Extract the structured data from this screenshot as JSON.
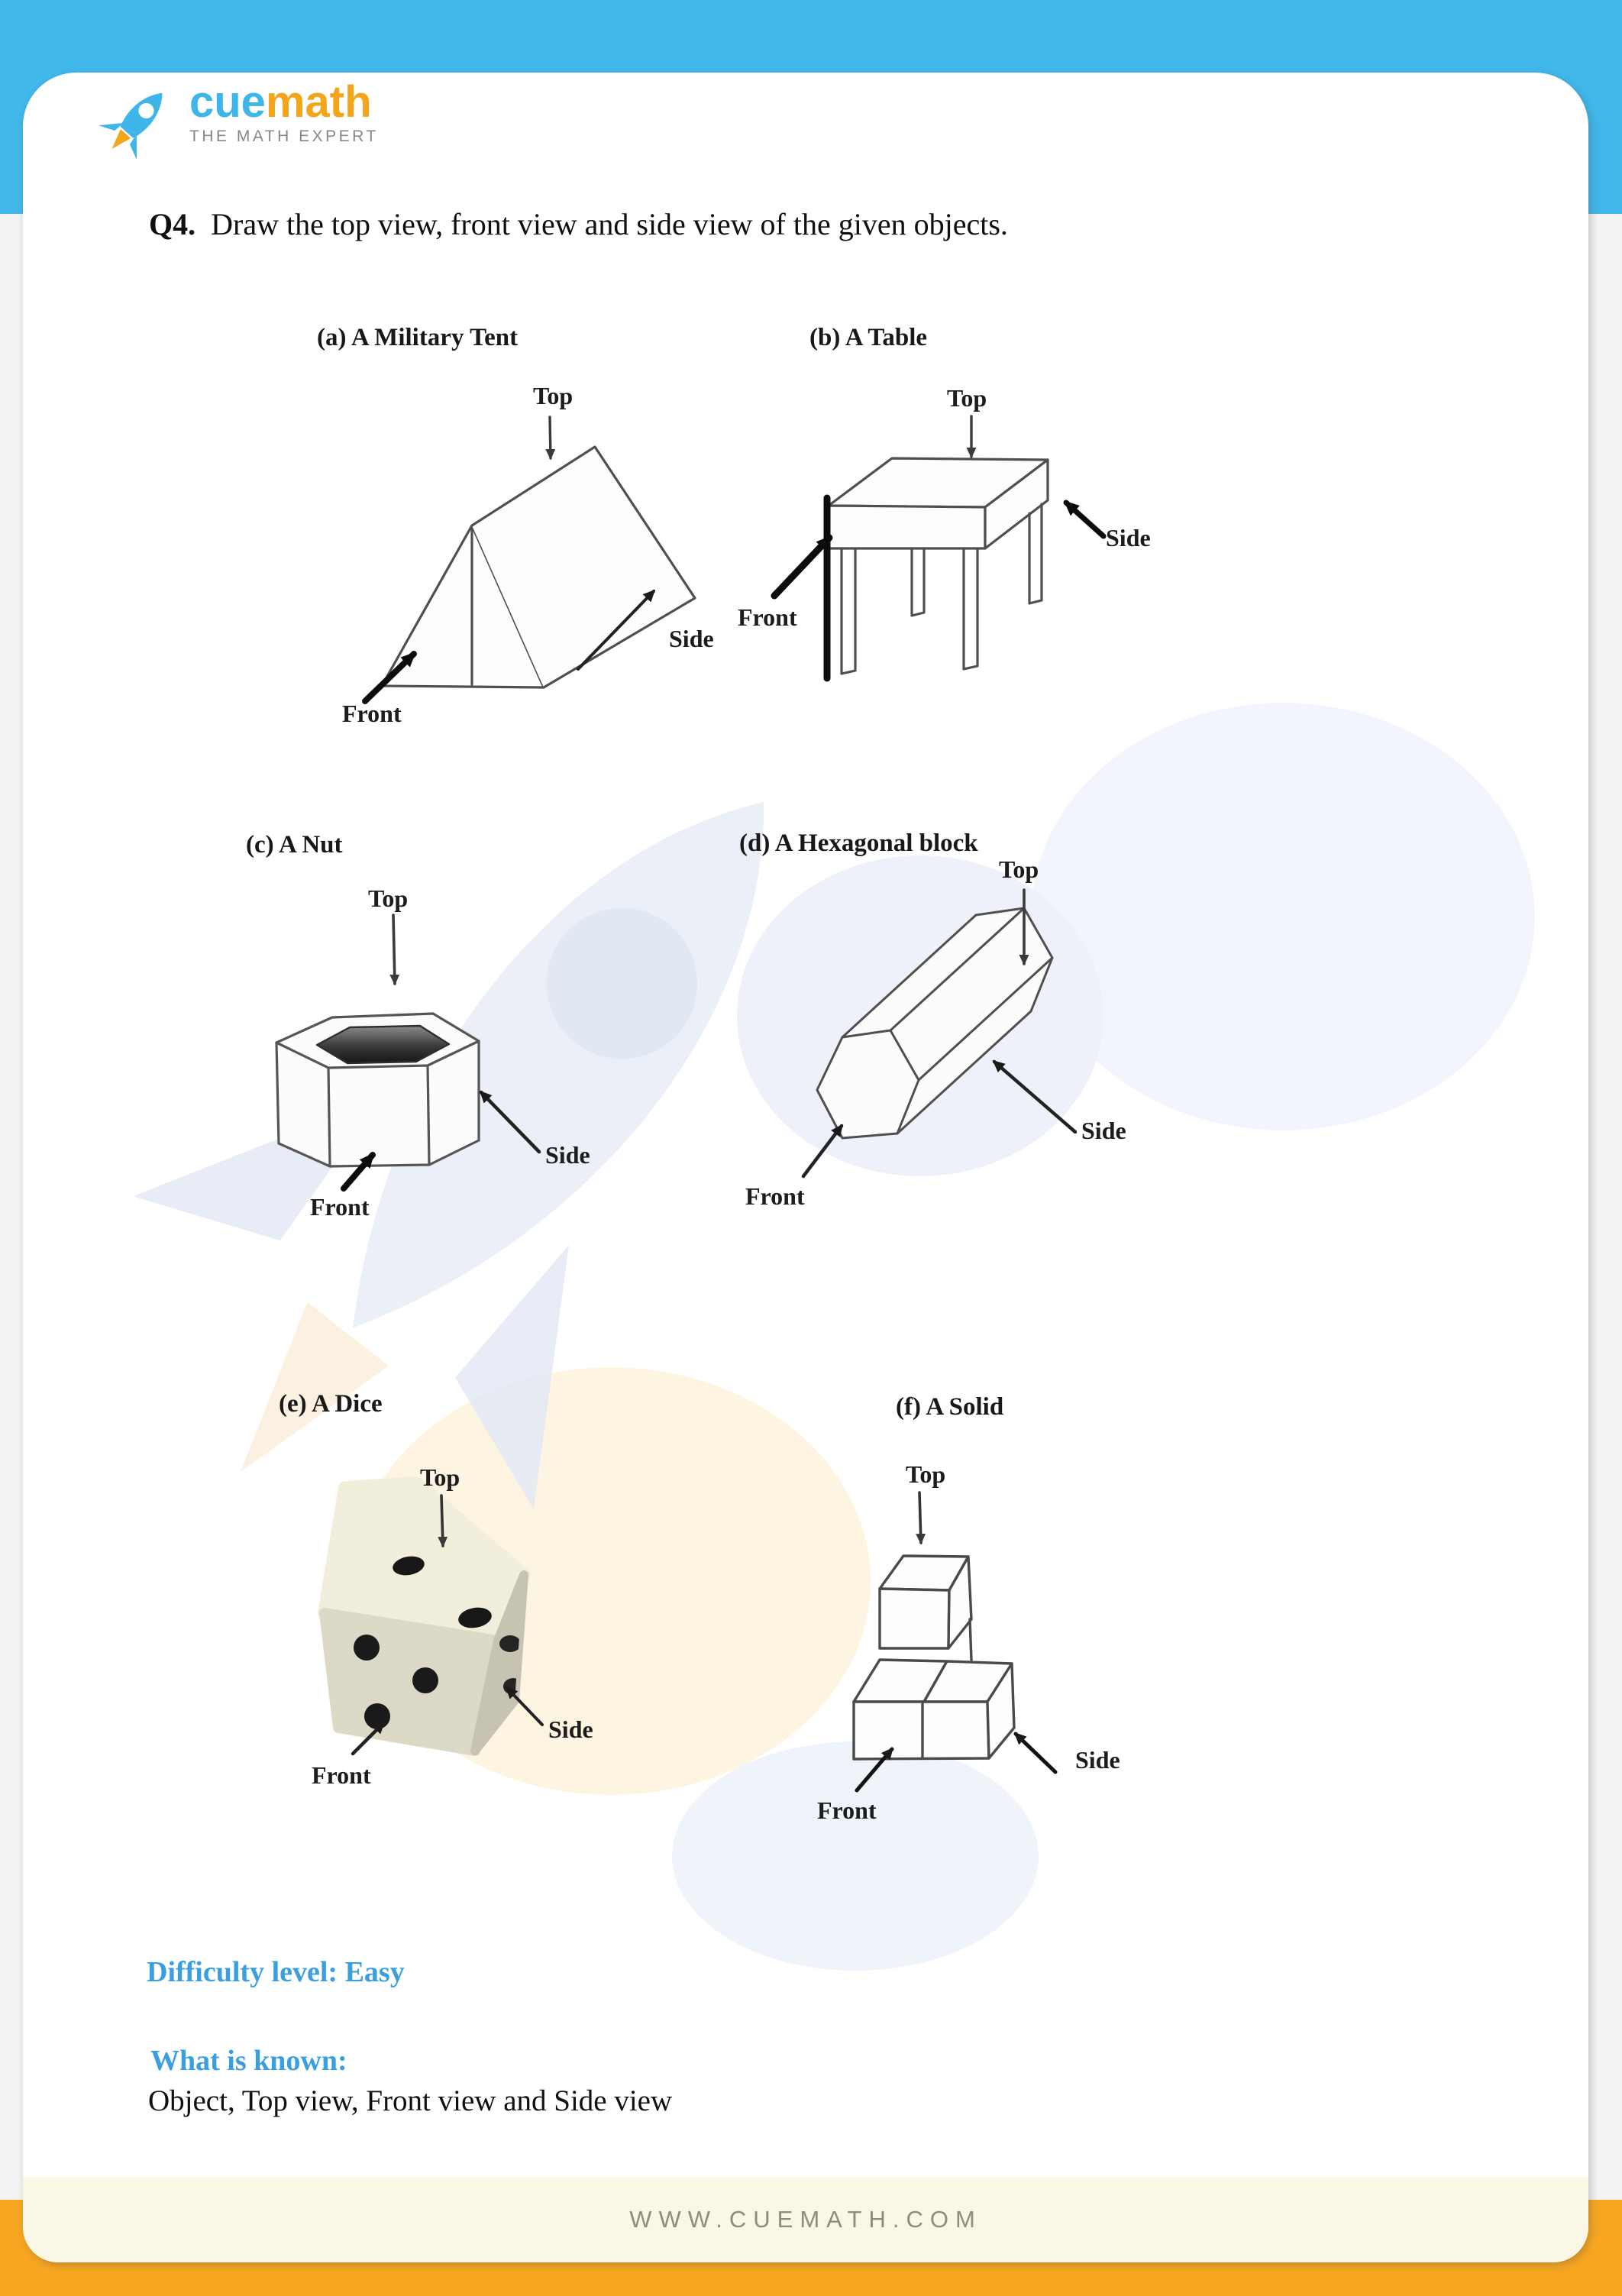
{
  "logo": {
    "brand_cue": "cue",
    "brand_math": "math",
    "tagline": "THE MATH EXPERT"
  },
  "question": {
    "number": "Q4",
    "separator": ".",
    "text": "Draw the top view, front view and side view of the given objects."
  },
  "figures": [
    {
      "key": "a",
      "title": "(a) A Military Tent",
      "top": "Top",
      "front": "Front",
      "side": "Side"
    },
    {
      "key": "b",
      "title": "(b) A Table",
      "top": "Top",
      "front": "Front",
      "side": "Side"
    },
    {
      "key": "c",
      "title": "(c) A Nut",
      "top": "Top",
      "front": "Front",
      "side": "Side"
    },
    {
      "key": "d",
      "title": "(d) A Hexagonal block",
      "top": "Top",
      "front": "Front",
      "side": "Side"
    },
    {
      "key": "e",
      "title": "(e) A Dice",
      "top": "Top",
      "front": "Front",
      "side": "Side"
    },
    {
      "key": "f",
      "title": "(f) A Solid",
      "top": "Top",
      "front": "Front",
      "side": "Side"
    }
  ],
  "difficulty_line": "Difficulty level: Easy",
  "known": {
    "heading": "What is known:",
    "body": "Object, Top view, Front view and Side view"
  },
  "footer": {
    "url": "WWW.CUEMATH.COM"
  },
  "colors": {
    "brand_blue": "#41b7ea",
    "brand_orange": "#f7a621",
    "heading_blue": "#3b9fdf",
    "footer_cream": "#fbf7e6"
  }
}
